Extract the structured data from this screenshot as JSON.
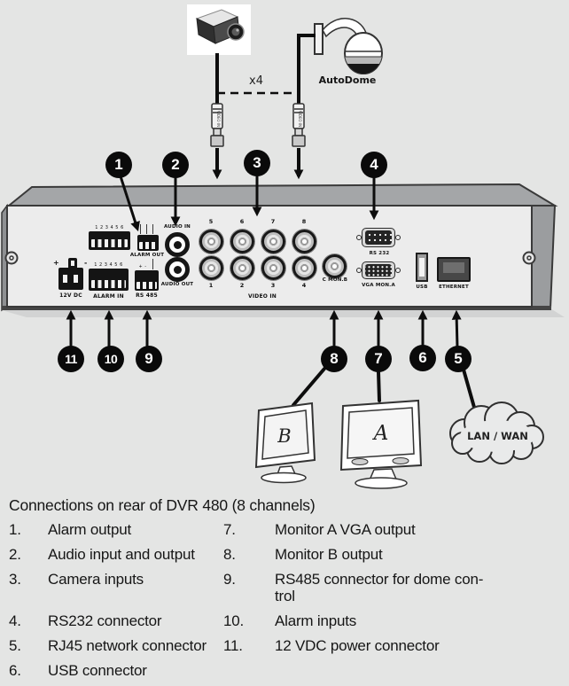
{
  "colors": {
    "background": "#e4e5e4",
    "panel_face": "#ececec",
    "panel_side": "#a0a2a4",
    "ink": "#101010"
  },
  "scene": {
    "multiplier": "x4",
    "autodome_label": "AutoDome",
    "plug_label": "VIDEO IN",
    "cloud_label": "LAN / WAN",
    "monitor_a_letter": "A",
    "monitor_b_letter": "B",
    "callouts": [
      "1",
      "2",
      "3",
      "4",
      "5",
      "6",
      "7",
      "8",
      "9",
      "10",
      "11"
    ]
  },
  "panel": {
    "alarm_out_label": "ALARM OUT",
    "alarm_out_pin_numbers": "1 2 3 4 5 6",
    "audio_in_label": "AUDIO IN",
    "audio_out_label": "AUDIO OUT",
    "video_in_label": "VIDEO IN",
    "video_top_numbers": [
      "5",
      "6",
      "7",
      "8"
    ],
    "video_bottom_numbers": [
      "1",
      "2",
      "3",
      "4"
    ],
    "c_mon_b_label": "C MON.B",
    "rs232_label": "RS 232",
    "vga_label": "VGA MON.A",
    "usb_label": "USB",
    "ethernet_label": "ETHERNET",
    "dc_label": "12V DC",
    "dc_plus": "+",
    "dc_minus": "-",
    "alarm_in_label": "ALARM IN",
    "alarm_in_pin_numbers": "1 2 3 4 5 6",
    "rs485_label": "RS 485",
    "rs485_plus_minus": "+ -"
  },
  "legend": {
    "heading": "Connections on rear of DVR 480 (8 channels)",
    "left": [
      {
        "num": "1.",
        "label": "Alarm output"
      },
      {
        "num": "2.",
        "label": "Audio input and output"
      },
      {
        "num": "3.",
        "label": "Camera inputs"
      },
      {
        "num": "4.",
        "label": "RS232 connector"
      },
      {
        "num": "5.",
        "label": "RJ45 network connector"
      },
      {
        "num": "6.",
        "label": "USB connector"
      }
    ],
    "right": [
      {
        "num": "7.",
        "label": "Monitor A VGA output"
      },
      {
        "num": "8.",
        "label": "Monitor B output"
      },
      {
        "num": "9.",
        "label": "RS485 connector for dome con-\ntrol"
      },
      {
        "num": "10.",
        "label": "Alarm inputs"
      },
      {
        "num": "11.",
        "label": "12 VDC power connector"
      }
    ]
  }
}
